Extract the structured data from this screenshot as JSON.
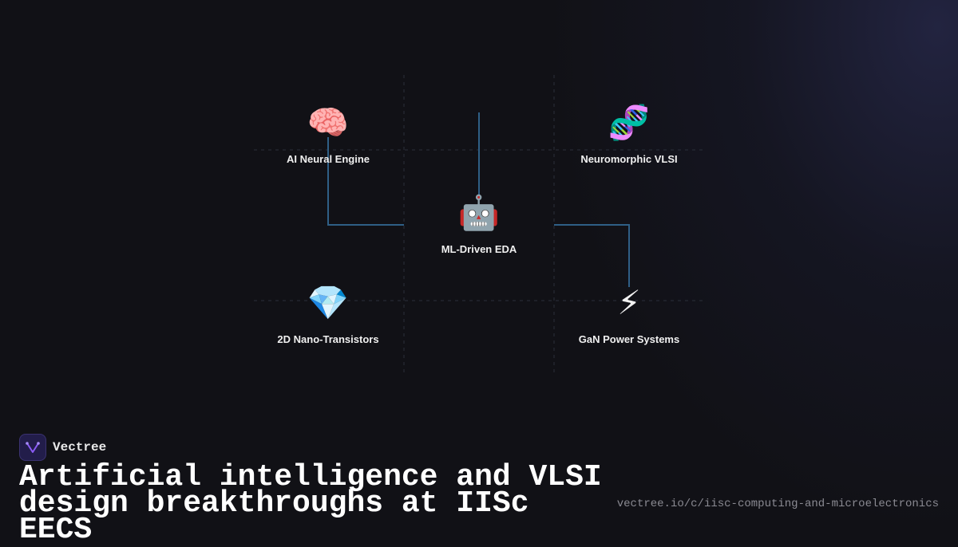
{
  "diagram": {
    "nodes": [
      {
        "id": "ai-neural-engine",
        "icon": "brain-icon",
        "emoji": "🧠",
        "label": "AI Neural Engine"
      },
      {
        "id": "neuromorphic-vlsi",
        "icon": "dna-icon",
        "emoji": "🧬",
        "label": "Neuromorphic VLSI"
      },
      {
        "id": "ml-driven-eda",
        "icon": "robot-icon",
        "emoji": "🤖",
        "label": "ML-Driven EDA"
      },
      {
        "id": "2d-nano-transistors",
        "icon": "gem-icon",
        "emoji": "💎",
        "label": "2D Nano-Transistors"
      },
      {
        "id": "gan-power-systems",
        "icon": "lightning-icon",
        "emoji": "⚡",
        "label": "GaN Power Systems"
      }
    ]
  },
  "brand": {
    "name": "Vectree",
    "icon": "vectree-logo-icon"
  },
  "headline": "Artificial intelligence and VLSI design breakthroughs at IISc EECS",
  "url": "vectree.io/c/iisc-computing-and-microelectronics",
  "colors": {
    "background": "#111116",
    "connector": "#2f5f86",
    "grid": "#2a2f3a",
    "accent": "#8b5cf6"
  }
}
